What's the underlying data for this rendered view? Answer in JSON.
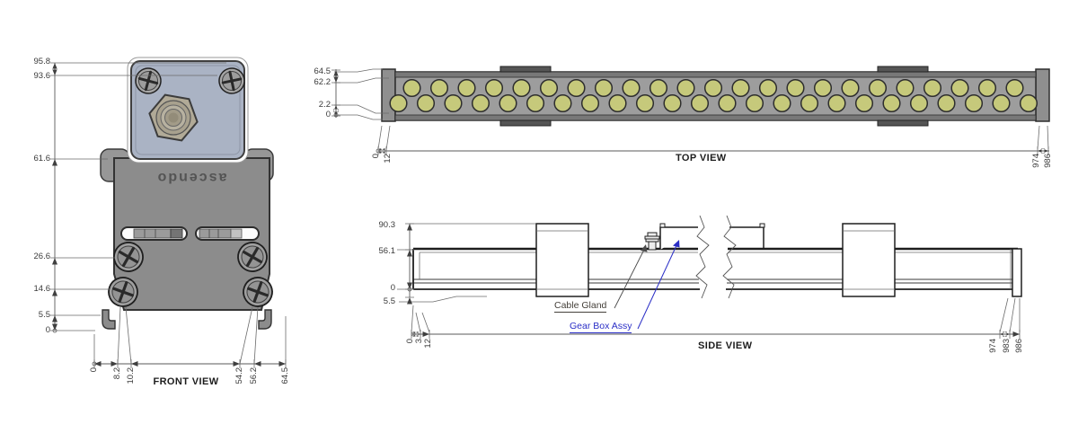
{
  "front_view": {
    "label": "FRONT VIEW",
    "brand_text": "ascendo",
    "left_dims": [
      "95.8",
      "93.6",
      "61.6",
      "26.6",
      "14.6",
      "5.5",
      "0"
    ],
    "bottom_dims": [
      "0",
      "8.2",
      "10.2",
      "54.2",
      "56.2",
      "64.5"
    ]
  },
  "top_view": {
    "label": "TOP VIEW",
    "left_dims": [
      "64.5",
      "62.2",
      "2.2",
      "0"
    ],
    "bottom_left_dims": [
      "0",
      "12"
    ],
    "bottom_right_dims": [
      "974",
      "986"
    ],
    "leds": {
      "top_row_count": 23,
      "bottom_row_count": 24,
      "color": "#c6c97b",
      "outline": "#2e2e2e"
    }
  },
  "side_view": {
    "label": "SIDE VIEW",
    "left_dims": [
      "90.3",
      "56.1",
      "0",
      "5.5"
    ],
    "bottom_left_dims": [
      "0",
      "3",
      "12"
    ],
    "bottom_right_dims": [
      "974",
      "983",
      "986"
    ],
    "callouts": [
      {
        "label": "Cable Gland",
        "color": "#45403a"
      },
      {
        "label": "Gear Box Assy",
        "color": "#2a2ec6"
      }
    ]
  },
  "colors": {
    "background": "#ffffff",
    "line": "#3f3f3f",
    "body_gray": "#8c8c8c",
    "top_box_blue_gray": "#aab3c4",
    "nut_tan": "#b1aa97",
    "bar_gray": "#9d9d9d",
    "led_fill": "#c6c97b",
    "dim_text": "#3a3a3a",
    "callout_blue": "#2a2ec6"
  }
}
